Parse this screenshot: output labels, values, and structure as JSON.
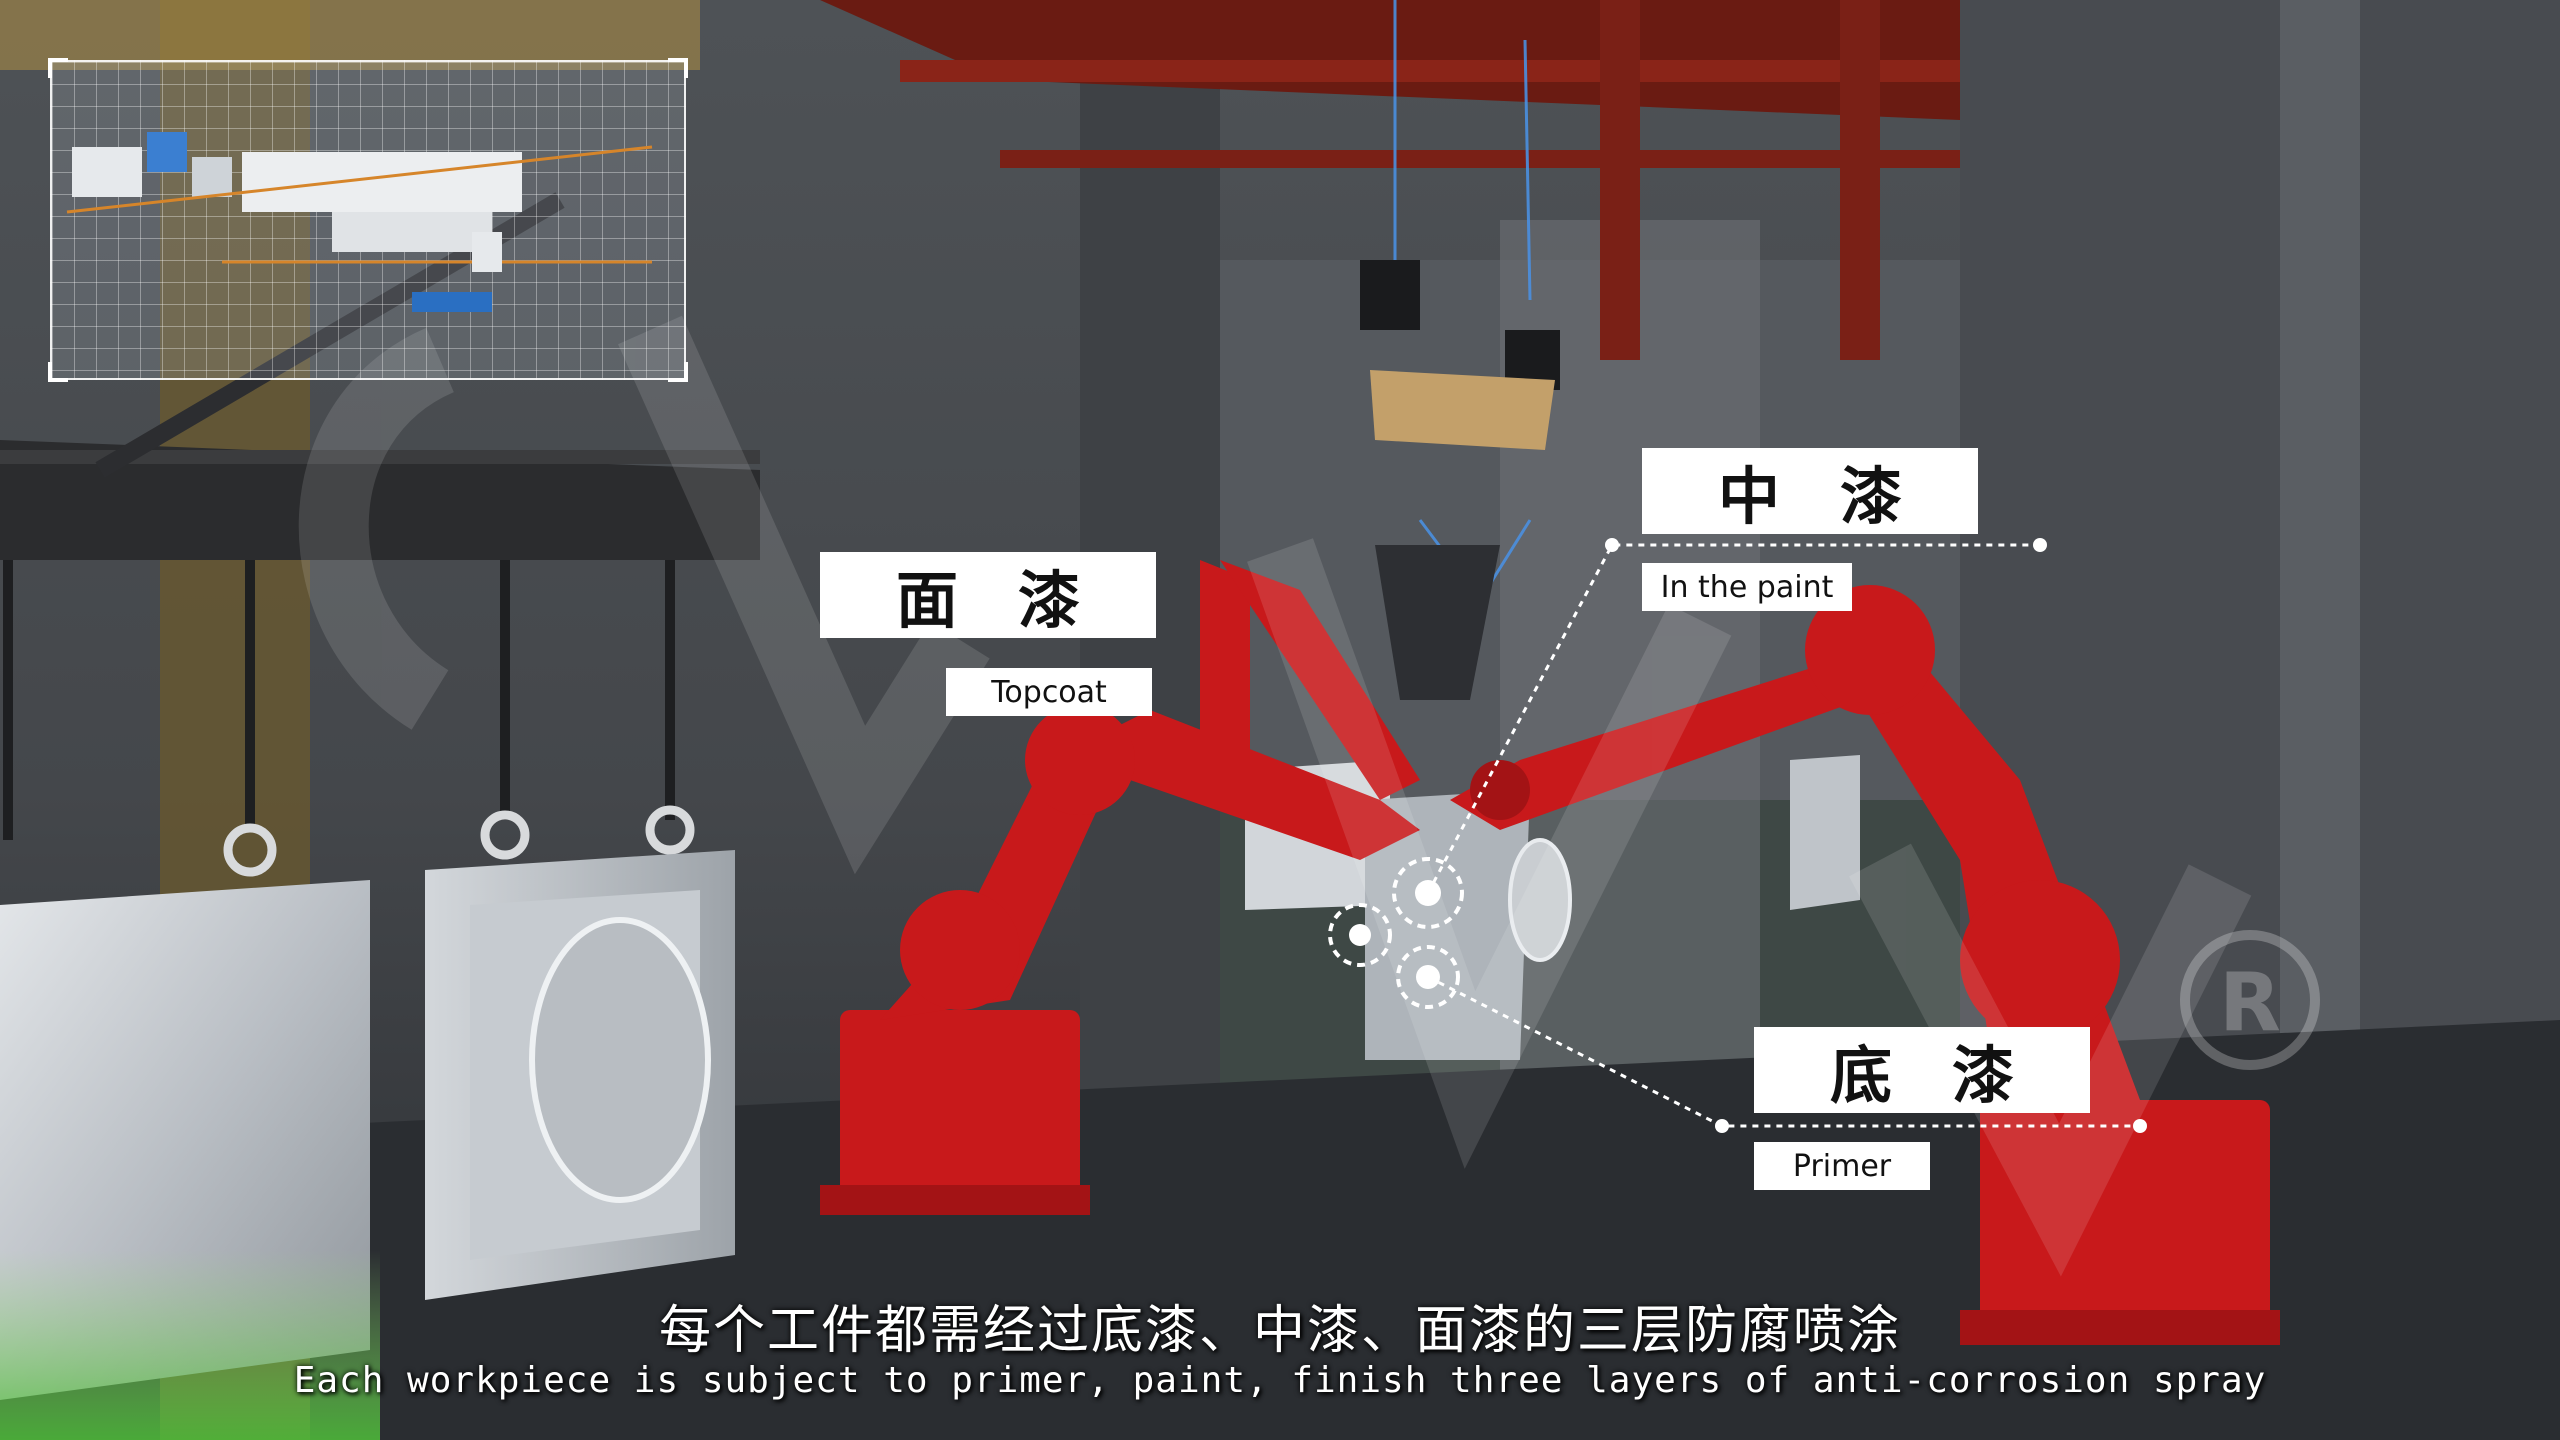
{
  "labels": {
    "topcoat": {
      "cn": "面漆",
      "en": "Topcoat"
    },
    "paint": {
      "cn": "中漆",
      "en": "In the paint"
    },
    "primer": {
      "cn": "底漆",
      "en": "Primer"
    }
  },
  "subtitles": {
    "cn": "每个工件都需经过底漆、中漆、面漆的三层防腐喷涂",
    "en": "Each workpiece is subject to primer, paint, finish three layers of anti-corrosion spray"
  },
  "colors": {
    "robot": "#c8191b",
    "robot_dark": "#8e1010",
    "beam": "#7a1e14",
    "wall": "#4a4d52",
    "floor": "#2e3135",
    "accent_blue": "#6fa8ff"
  },
  "icons": {
    "watermark": "registered-trademark-icon"
  }
}
